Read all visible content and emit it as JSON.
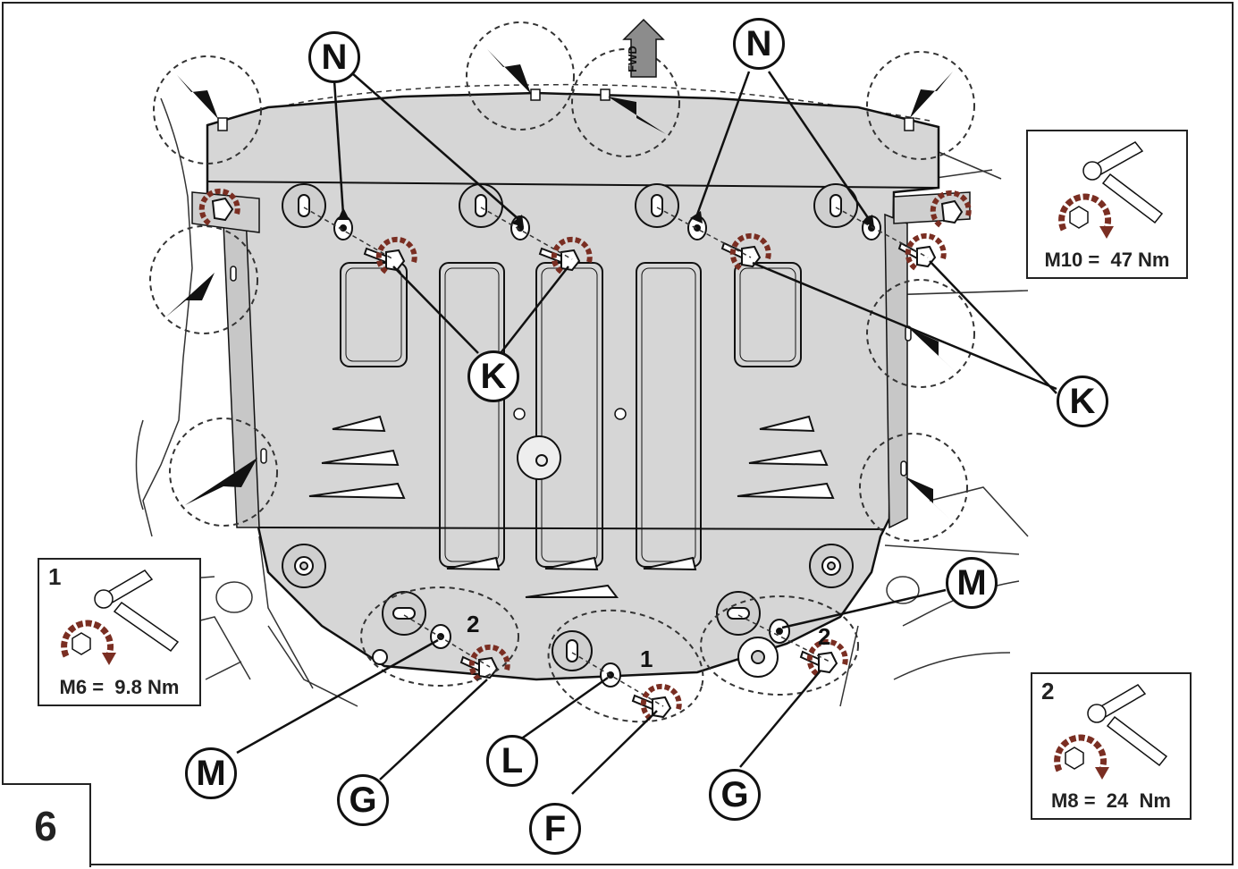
{
  "step": "6",
  "fwd_label": "FWD",
  "callouts": {
    "n_left": "N",
    "n_right": "N",
    "k_center": "K",
    "k_right": "K",
    "m_right": "M",
    "m_left": "M",
    "g_left": "G",
    "g_right": "G",
    "l": "L",
    "f": "F"
  },
  "sub_labels": {
    "left_2": "2",
    "center_1": "1",
    "right_2": "2"
  },
  "torque_specs": {
    "m10": {
      "spec": "M10 =  47 Nm"
    },
    "m6": {
      "number": "1",
      "spec": "M6 =  9.8 Nm"
    },
    "m8": {
      "number": "2",
      "spec": "M8 =  24  Nm"
    }
  },
  "colors": {
    "plate_fill": "#d6d6d6",
    "line": "#111111",
    "torque_arrow": "#7a2e22",
    "dashed_circle": "#333333"
  }
}
